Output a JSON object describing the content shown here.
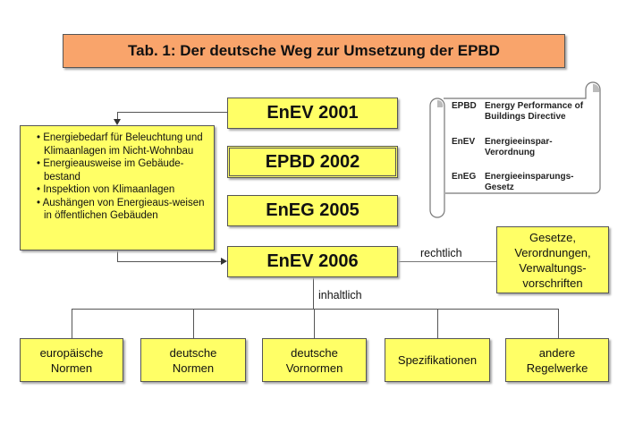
{
  "title": "Tab. 1: Der deutsche Weg zur Umsetzung der EPBD",
  "timeline": [
    "EnEV 2001",
    "EPBD 2002",
    "EnEG 2005",
    "EnEV 2006"
  ],
  "enev2001_items": [
    "Energiebedarf für Beleuchtung und Klimaanlagen im Nicht-Wohnbau",
    "Energieausweise im Gebäude-bestand",
    "Inspektion von Klimaanlagen",
    "Aushängen von Energieaus-weisen in öffentlichen Gebäuden"
  ],
  "glossary": [
    {
      "abbr": "EPBD",
      "def": "Energy Performance of Buildings Directive"
    },
    {
      "abbr": "EnEV",
      "def": "Energieeinspar-Verordnung"
    },
    {
      "abbr": "EnEG",
      "def": "Energieeinsparungs-Gesetz"
    }
  ],
  "legal": {
    "label": "rechtlich",
    "box": "Gesetze, Verordnungen, Verwaltungs-vorschriften"
  },
  "content": {
    "label": "inhaltlich",
    "boxes": [
      "europäische Normen",
      "deutsche Normen",
      "deutsche Vornormen",
      "Spezifikationen",
      "andere Regelwerke"
    ]
  }
}
